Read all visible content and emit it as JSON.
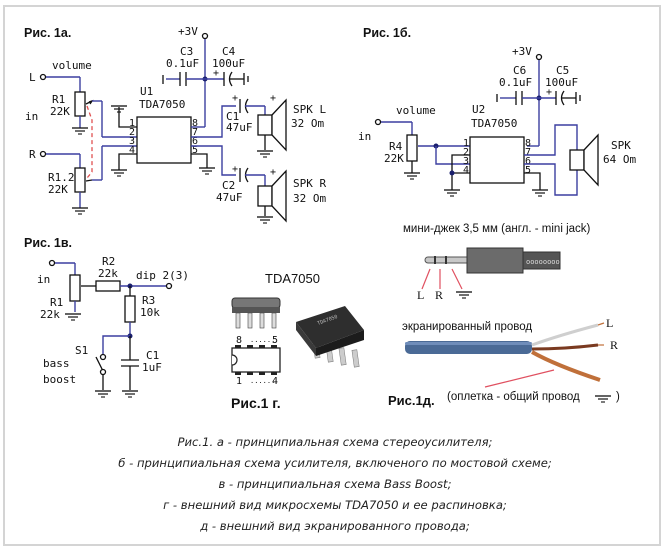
{
  "figures": {
    "fig_a": {
      "title": "Рис. 1а.",
      "supply": "+3V",
      "volume_label": "volume",
      "input_label": "in",
      "input_left": "L",
      "input_right": "R",
      "r1": {
        "name": "R1",
        "value": "22K"
      },
      "r1_2": {
        "name": "R1.2",
        "value": "22K"
      },
      "ic": {
        "name": "U1",
        "part": "TDA7050"
      },
      "c3": {
        "name": "C3",
        "value": "0.1uF"
      },
      "c4": {
        "name": "C4",
        "value": "100uF"
      },
      "c1": {
        "name": "C1",
        "value": "47uF"
      },
      "c2": {
        "name": "C2",
        "value": "47uF"
      },
      "spk_l": {
        "name": "SPK L",
        "value": "32 Om"
      },
      "spk_r": {
        "name": "SPK R",
        "value": "32 Om"
      },
      "pins_left": [
        "1",
        "2",
        "3",
        "4"
      ],
      "pins_right": [
        "8",
        "7",
        "6",
        "5"
      ],
      "plus": "+"
    },
    "fig_b": {
      "title": "Рис. 1б.",
      "supply": "+3V",
      "volume_label": "volume",
      "input_label": "in",
      "r4": {
        "name": "R4",
        "value": "22K"
      },
      "ic": {
        "name": "U2",
        "part": "TDA7050"
      },
      "c6": {
        "name": "C6",
        "value": "0.1uF"
      },
      "c5": {
        "name": "C5",
        "value": "100uF"
      },
      "spk": {
        "name": "SPK",
        "value": "64 Om"
      },
      "pins_left": [
        "1",
        "2",
        "3",
        "4"
      ],
      "pins_right": [
        "8",
        "7",
        "6",
        "5"
      ],
      "plus": "+"
    },
    "fig_v": {
      "title": "Рис. 1в.",
      "input_label": "in",
      "r1": {
        "name": "R1",
        "value": "22k"
      },
      "r2": {
        "name": "R2",
        "value": "22k"
      },
      "r3": {
        "name": "R3",
        "value": "10k"
      },
      "c1": {
        "name": "C1",
        "value": "1uF"
      },
      "s1": {
        "name": "S1",
        "line1": "bass",
        "line2": "boost"
      },
      "output_label": "dip 2(3)"
    },
    "fig_g": {
      "title": "Рис.1 г.",
      "part": "TDA7050",
      "pin_top_left": "8",
      "pin_top_right": "5",
      "pin_bottom_left": "1",
      "pin_bottom_right": "4",
      "dots": "......"
    },
    "jack": {
      "title": "мини-джек 3,5 мм (англ. - mini jack)",
      "labels": [
        "L",
        "R"
      ]
    },
    "fig_d": {
      "title": "Рис.1д.",
      "cable_label": "экранированный провод",
      "wire_l": "L",
      "wire_r": "R",
      "shield_note": "(оплетка - общий провод",
      "shield_close": ")"
    }
  },
  "caption": [
    "Рис.1. а - принципиальная схема стереоусилителя;",
    "б - принципиальная схема усилителя, включеного по мостовой схеме;",
    "в - принципиальная схема Bass Boost;",
    "г - внешний вид микросхемы TDA7050 и ее распиновка;",
    "д - внешний вид экранированного провода;"
  ],
  "colors": {
    "wire": "#3b3fa0",
    "link": "#e05050",
    "cable": "#4a6a96",
    "copper": "#c0703a",
    "chip": "#333333"
  }
}
